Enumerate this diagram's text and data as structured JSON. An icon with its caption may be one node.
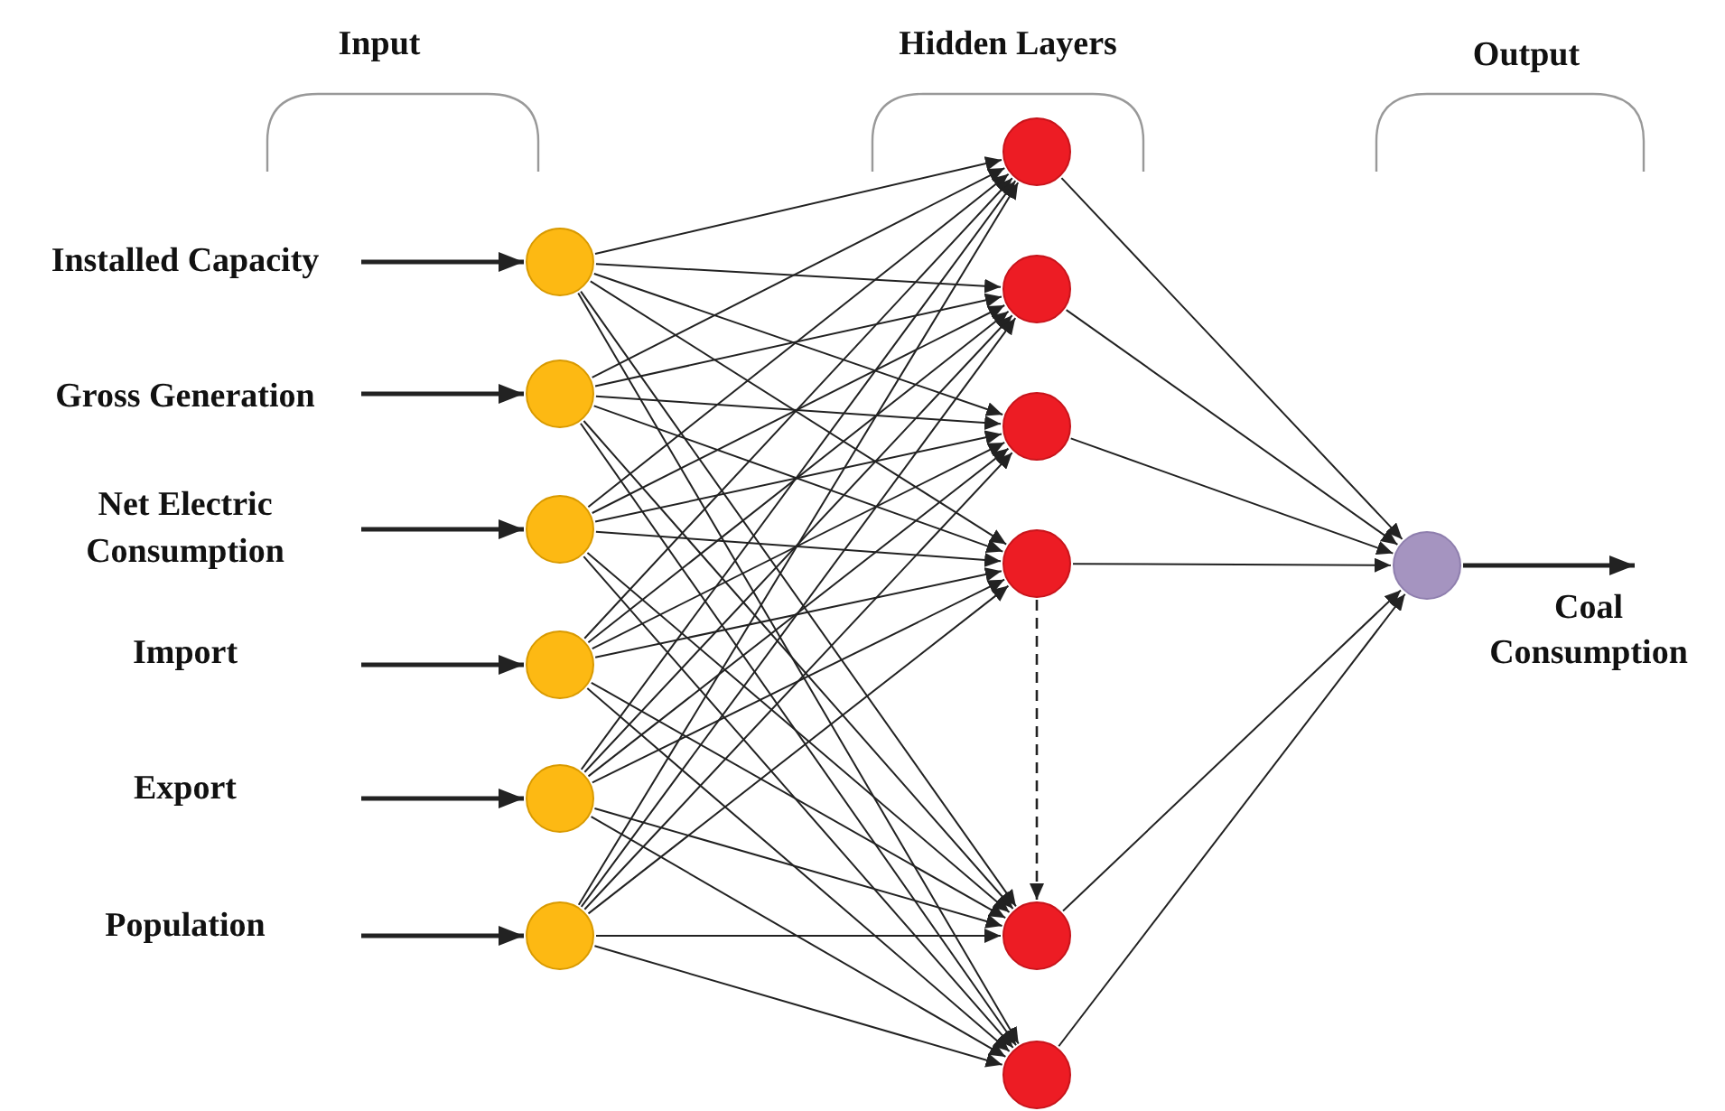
{
  "diagram": {
    "nodes": [
      {
        "text": [
          "Installed Capacity"
        ]
      },
      {
        "text": [
          "Gross Generation"
        ]
      },
      {
        "text": [
          "Net Electric Consumption"
        ]
      },
      {
        "text": [
          "Import"
        ]
      },
      {
        "text": [
          "Export"
        ]
      },
      {
        "text": [
          "Population"
        ]
      },
      {
        "text": [],
        "shape": "circle"
      },
      {
        "text": [],
        "shape": "circle"
      },
      {
        "text": [],
        "shape": "circle"
      },
      {
        "text": [],
        "shape": "circle"
      },
      {
        "text": [],
        "shape": "circle"
      },
      {
        "text": [],
        "shape": "circle"
      },
      {
        "text": [],
        "shape": "circle"
      },
      {
        "text": [],
        "shape": "circle"
      },
      {
        "text": [],
        "shape": "circle"
      },
      {
        "text": [],
        "shape": "circle"
      },
      {
        "text": [],
        "shape": "circle"
      },
      {
        "text": [],
        "shape": "circle"
      },
      {
        "text": [],
        "shape": "circle"
      }
    ],
    "edges": [
      {
        "from": 0,
        "to": 6,
        "arrow": "to",
        "style": "thick"
      },
      {
        "from": 1,
        "to": 7,
        "arrow": "to",
        "style": "thick"
      },
      {
        "from": 2,
        "to": 8,
        "arrow": "to",
        "style": "thick"
      },
      {
        "from": 3,
        "to": 9,
        "arrow": "to",
        "style": "thick"
      },
      {
        "from": 4,
        "to": 10,
        "arrow": "to",
        "style": "thick"
      },
      {
        "from": 5,
        "to": 11,
        "arrow": "to",
        "style": "thick"
      },
      {
        "from": 6,
        "to": 12,
        "arrow": "to"
      },
      {
        "from": 6,
        "to": 13,
        "arrow": "to"
      },
      {
        "from": 6,
        "to": 14,
        "arrow": "to"
      },
      {
        "from": 6,
        "to": 15,
        "arrow": "to"
      },
      {
        "from": 6,
        "to": 16,
        "arrow": "to"
      },
      {
        "from": 6,
        "to": 17,
        "arrow": "to"
      },
      {
        "from": 7,
        "to": 12,
        "arrow": "to"
      },
      {
        "from": 7,
        "to": 13,
        "arrow": "to"
      },
      {
        "from": 7,
        "to": 14,
        "arrow": "to"
      },
      {
        "from": 7,
        "to": 15,
        "arrow": "to"
      },
      {
        "from": 7,
        "to": 16,
        "arrow": "to"
      },
      {
        "from": 7,
        "to": 17,
        "arrow": "to"
      },
      {
        "from": 8,
        "to": 12,
        "arrow": "to"
      },
      {
        "from": 8,
        "to": 13,
        "arrow": "to"
      },
      {
        "from": 8,
        "to": 14,
        "arrow": "to"
      },
      {
        "from": 8,
        "to": 15,
        "arrow": "to"
      },
      {
        "from": 8,
        "to": 16,
        "arrow": "to"
      },
      {
        "from": 8,
        "to": 17,
        "arrow": "to"
      },
      {
        "from": 9,
        "to": 12,
        "arrow": "to"
      },
      {
        "from": 9,
        "to": 13,
        "arrow": "to"
      },
      {
        "from": 9,
        "to": 14,
        "arrow": "to"
      },
      {
        "from": 9,
        "to": 15,
        "arrow": "to"
      },
      {
        "from": 9,
        "to": 16,
        "arrow": "to"
      },
      {
        "from": 9,
        "to": 17,
        "arrow": "to"
      },
      {
        "from": 10,
        "to": 12,
        "arrow": "to"
      },
      {
        "from": 10,
        "to": 13,
        "arrow": "to"
      },
      {
        "from": 10,
        "to": 14,
        "arrow": "to"
      },
      {
        "from": 10,
        "to": 15,
        "arrow": "to"
      },
      {
        "from": 10,
        "to": 16,
        "arrow": "to"
      },
      {
        "from": 10,
        "to": 17,
        "arrow": "to"
      },
      {
        "from": 11,
        "to": 12,
        "arrow": "to"
      },
      {
        "from": 11,
        "to": 13,
        "arrow": "to"
      },
      {
        "from": 11,
        "to": 14,
        "arrow": "to"
      },
      {
        "from": 11,
        "to": 15,
        "arrow": "to"
      },
      {
        "from": 11,
        "to": 16,
        "arrow": "to"
      },
      {
        "from": 11,
        "to": 17,
        "arrow": "to"
      },
      {
        "from": 15,
        "to": 16,
        "arrow": "to",
        "style": "dashed"
      },
      {
        "from": 12,
        "to": 18,
        "arrow": "to"
      },
      {
        "from": 13,
        "to": 18,
        "arrow": "to"
      },
      {
        "from": 14,
        "to": 18,
        "arrow": "to"
      },
      {
        "from": 15,
        "to": 18,
        "arrow": "to"
      },
      {
        "from": 16,
        "to": 18,
        "arrow": "to"
      },
      {
        "from": 17,
        "to": 18,
        "arrow": "to"
      },
      {
        "from": 18,
        "to": null,
        "arrow": "to",
        "style": "thick",
        "label": "Coal Consumption"
      }
    ],
    "labels": [
      "Input",
      "Hidden Layers",
      "Output"
    ]
  }
}
